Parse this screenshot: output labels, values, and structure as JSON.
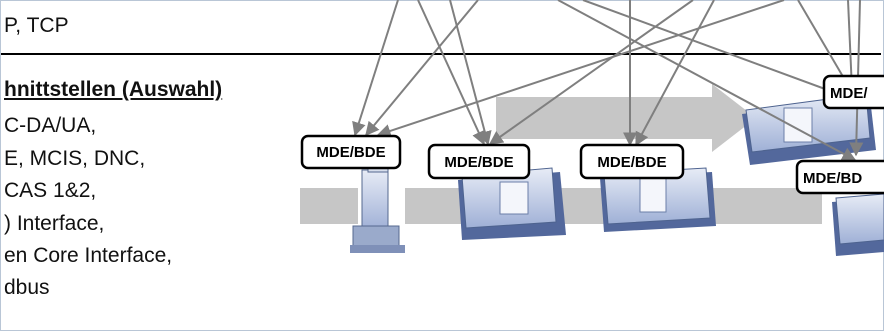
{
  "protocol_line": "P, TCP",
  "interfaces": {
    "heading": "hnittstellen (Auswahl)",
    "items": [
      "C-DA/UA,",
      "E, MCIS, DNC,",
      "CAS 1&2,",
      ") Interface,",
      "en Core Interface,",
      "dbus"
    ]
  },
  "badges": [
    {
      "label": "MDE/BDE"
    },
    {
      "label": "MDE/BDE"
    },
    {
      "label": "MDE/BDE"
    },
    {
      "label": "MDE/"
    },
    {
      "label": "MDE/BD"
    }
  ],
  "colors": {
    "arrow": "#7f7f7f",
    "flow_band": "#c6c6c6",
    "machine": "#6c84b8",
    "rule": "#000000",
    "frame_border": "#b9c6d6"
  }
}
